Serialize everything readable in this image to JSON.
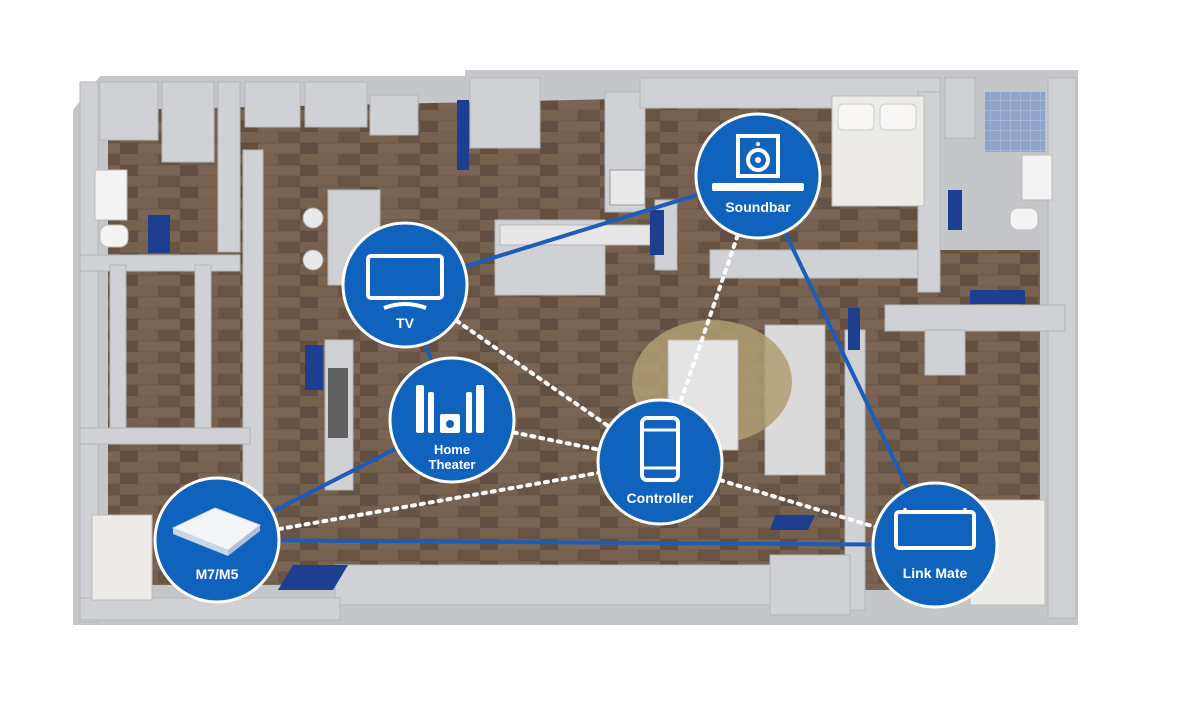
{
  "nodes": {
    "soundbar": {
      "label": "Soundbar",
      "icon": "soundbar-speaker-icon"
    },
    "tv": {
      "label": "TV",
      "icon": "tv-monitor-icon"
    },
    "home_theater": {
      "label_line1": "Home",
      "label_line2": "Theater",
      "icon": "home-theater-speakers-icon"
    },
    "controller": {
      "label": "Controller",
      "icon": "smartphone-icon"
    },
    "m7m5": {
      "label": "M7/M5",
      "icon": "wireless-speaker-icon"
    },
    "link_mate": {
      "label": "Link Mate",
      "icon": "link-mate-box-icon"
    }
  },
  "links": {
    "wired": [
      [
        "tv",
        "soundbar"
      ],
      [
        "tv",
        "home_theater"
      ],
      [
        "home_theater",
        "m7m5"
      ],
      [
        "m7m5",
        "link_mate"
      ],
      [
        "soundbar",
        "link_mate"
      ]
    ],
    "wireless": [
      [
        "soundbar",
        "controller"
      ],
      [
        "tv",
        "controller"
      ],
      [
        "home_theater",
        "controller"
      ],
      [
        "m7m5",
        "controller"
      ],
      [
        "controller",
        "link_mate"
      ]
    ]
  },
  "colors": {
    "node_fill": "#0f63bd",
    "node_stroke": "#ffffff",
    "wired_line": "#1d5db8",
    "wireless_line": "#ffffff",
    "floor": "#6e5a4b",
    "wall": "#c9cbcf"
  }
}
